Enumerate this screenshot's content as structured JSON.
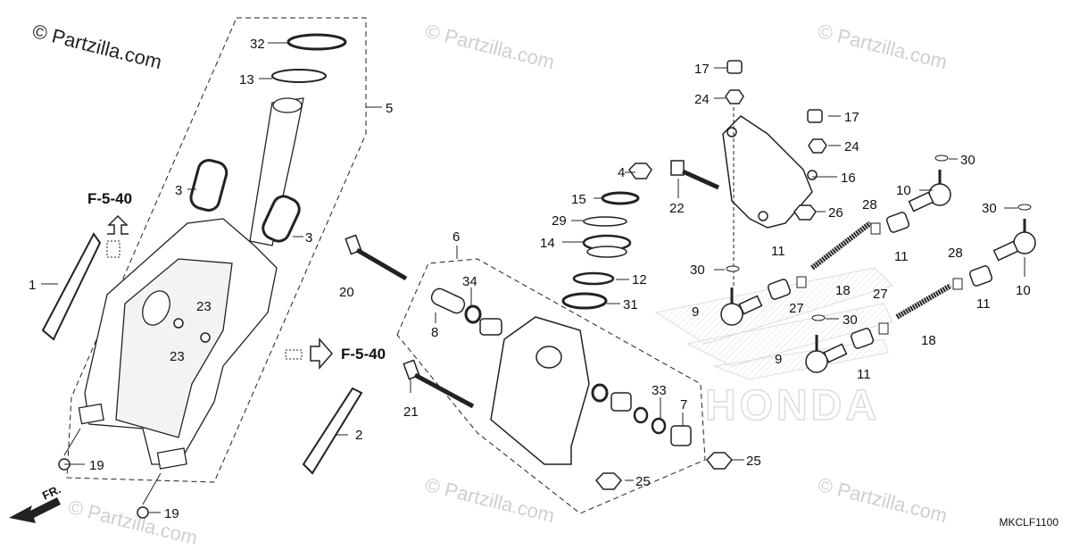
{
  "watermark": {
    "main": "© Partzilla.com",
    "faint": "© Partzilla.com"
  },
  "diagram_code": "MKCLF1100",
  "ref_left": "F-5-40",
  "ref_right": "F-5-40",
  "front_label": "FR.",
  "brand_logo": "HONDA",
  "callouts": [
    {
      "id": "c32",
      "text": "32"
    },
    {
      "id": "c13",
      "text": "13"
    },
    {
      "id": "c5",
      "text": "5"
    },
    {
      "id": "c3a",
      "text": "3"
    },
    {
      "id": "c3b",
      "text": "3"
    },
    {
      "id": "c1",
      "text": "1"
    },
    {
      "id": "c23a",
      "text": "23"
    },
    {
      "id": "c23b",
      "text": "23"
    },
    {
      "id": "c2",
      "text": "2"
    },
    {
      "id": "c19a",
      "text": "19"
    },
    {
      "id": "c19b",
      "text": "19"
    },
    {
      "id": "c20",
      "text": "20"
    },
    {
      "id": "c6",
      "text": "6"
    },
    {
      "id": "c34",
      "text": "34"
    },
    {
      "id": "c8",
      "text": "8"
    },
    {
      "id": "c21",
      "text": "21"
    },
    {
      "id": "c4",
      "text": "4"
    },
    {
      "id": "c15",
      "text": "15"
    },
    {
      "id": "c29",
      "text": "29"
    },
    {
      "id": "c14",
      "text": "14"
    },
    {
      "id": "c12",
      "text": "12"
    },
    {
      "id": "c31",
      "text": "31"
    },
    {
      "id": "c33",
      "text": "33"
    },
    {
      "id": "c7",
      "text": "7"
    },
    {
      "id": "c25a",
      "text": "25"
    },
    {
      "id": "c25b",
      "text": "25"
    },
    {
      "id": "c17a",
      "text": "17"
    },
    {
      "id": "c24a",
      "text": "24"
    },
    {
      "id": "c17b",
      "text": "17"
    },
    {
      "id": "c24b",
      "text": "24"
    },
    {
      "id": "c16",
      "text": "16"
    },
    {
      "id": "c22",
      "text": "22"
    },
    {
      "id": "c26",
      "text": "26"
    },
    {
      "id": "c30a",
      "text": "30"
    },
    {
      "id": "c30b",
      "text": "30"
    },
    {
      "id": "c30c",
      "text": "30"
    },
    {
      "id": "c30d",
      "text": "30"
    },
    {
      "id": "c10a",
      "text": "10"
    },
    {
      "id": "c10b",
      "text": "10"
    },
    {
      "id": "c28a",
      "text": "28"
    },
    {
      "id": "c28b",
      "text": "28"
    },
    {
      "id": "c11a",
      "text": "11"
    },
    {
      "id": "c11b",
      "text": "11"
    },
    {
      "id": "c11c",
      "text": "11"
    },
    {
      "id": "c11d",
      "text": "11"
    },
    {
      "id": "c27a",
      "text": "27"
    },
    {
      "id": "c27b",
      "text": "27"
    },
    {
      "id": "c18a",
      "text": "18"
    },
    {
      "id": "c18b",
      "text": "18"
    },
    {
      "id": "c9a",
      "text": "9"
    },
    {
      "id": "c9b",
      "text": "9"
    }
  ]
}
